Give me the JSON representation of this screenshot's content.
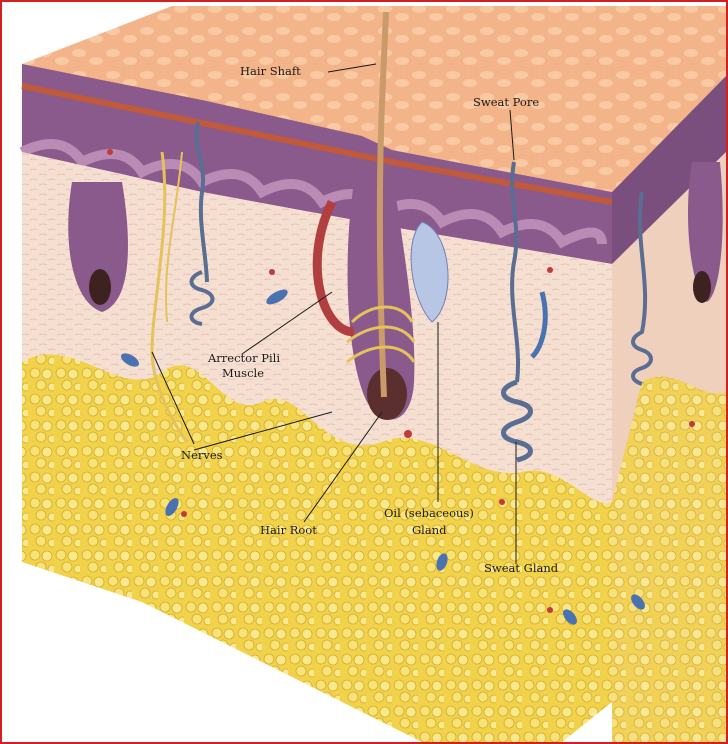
{
  "diagram": {
    "subject": "skin cross-section",
    "colors": {
      "frame_border": "#d21f1f",
      "epidermis_top": "#f4b48a",
      "epidermis_layer": "#8a5a8c",
      "dermis": "#f5dfd0",
      "fat": "#f2d24a",
      "nerve": "#e6c25a",
      "vein": "#4a72b0",
      "artery": "#c23a3a"
    },
    "labels": {
      "hair_shaft": "Hair Shaft",
      "sweat_pore": "Sweat Pore",
      "arrector_line1": "Arrector Pili",
      "arrector_line2": "Muscle",
      "nerves": "Nerves",
      "hair_root": "Hair Root",
      "oil_line1": "Oil (sebaceous)",
      "oil_line2": "Gland",
      "sweat_gland": "Sweat Gland"
    }
  }
}
